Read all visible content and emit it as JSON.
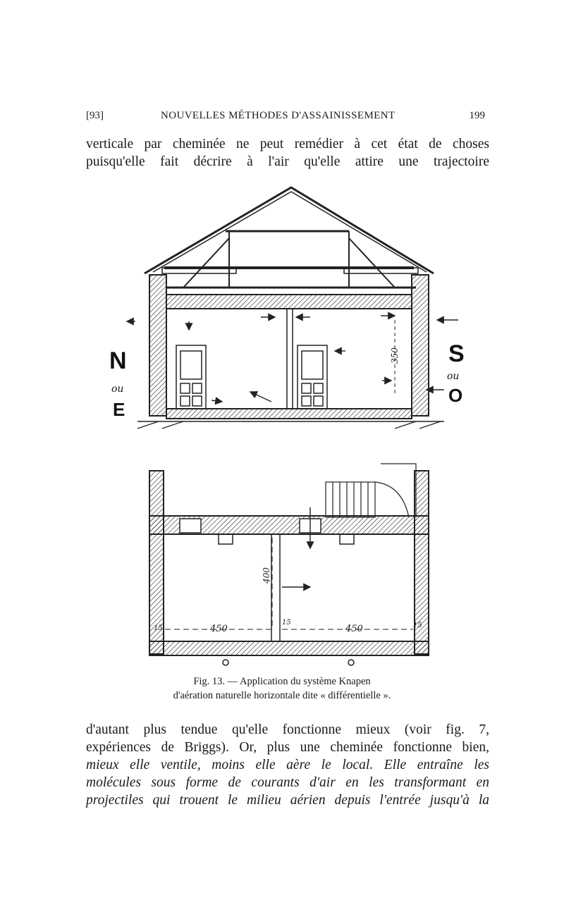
{
  "header": {
    "page_left": "[93]",
    "title": "NOUVELLES MÉTHODES D'ASSAINISSEMENT",
    "page_right": "199"
  },
  "paragraph_top": [
    "verticale par cheminée ne peut remédier à cet état de choses",
    "puisqu'elle fait décrire à l'air qu'elle attire une trajectoire"
  ],
  "figure": {
    "orientation_left": {
      "top": "N",
      "middle": "ou",
      "bottom": "E"
    },
    "orientation_right": {
      "top": "S",
      "middle": "ou",
      "bottom": "O"
    },
    "dimensions": {
      "height_section": "350",
      "width_left": "450",
      "width_right": "450",
      "depth_plan": "400",
      "wall_left": "15",
      "wall_middle": "15",
      "wall_right": "15"
    }
  },
  "caption": {
    "line1": "Fig. 13. — Application du système Knapen",
    "line2": "d'aération naturelle horizontale dite « différentielle »."
  },
  "paragraph_bottom": [
    {
      "text": "d'autant plus tendue qu'elle fonctionne mieux (voir fig. 7,",
      "italic": false
    },
    {
      "text": "expériences de Briggs). Or, plus une cheminée fonctionne bien,",
      "italic": false
    },
    {
      "text": "mieux elle ventile, moins elle aère le local. Elle entraîne les",
      "italic": true
    },
    {
      "text": "molécules sous forme de courants d'air en les transformant en",
      "italic": true
    },
    {
      "text": "projectiles qui trouent le milieu aérien depuis l'entrée jusqu'à la",
      "italic": true
    }
  ]
}
